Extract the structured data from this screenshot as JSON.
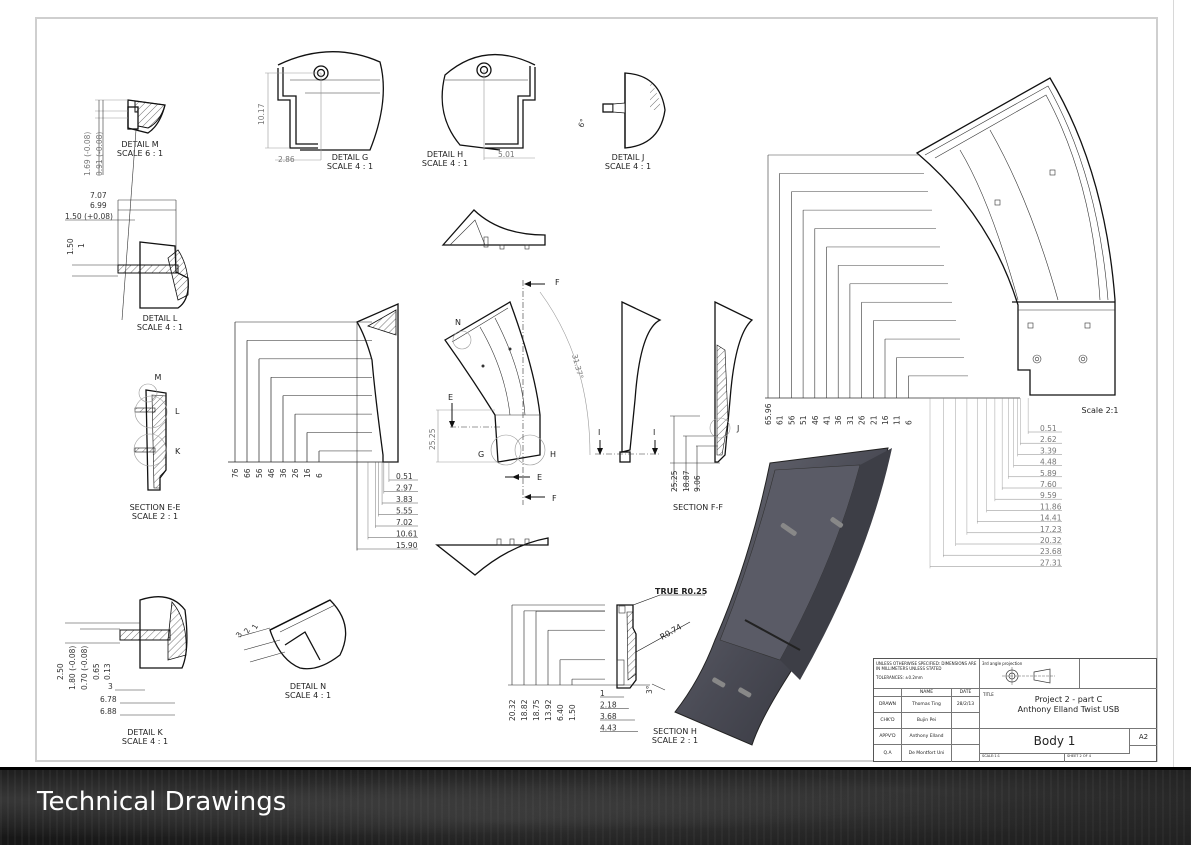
{
  "banner": {
    "title": "Technical Drawings"
  },
  "views": {
    "detail_m": {
      "title": "DETAIL M",
      "scale": "SCALE 6 : 1",
      "dims": [
        "1.69 (-0.08)",
        "0.91 (-0.08)"
      ]
    },
    "detail_l": {
      "title": "DETAIL L",
      "scale": "SCALE 4 : 1",
      "dims_h": [
        "7.07",
        "6.99",
        "1.50 (+0.08)"
      ],
      "dims_v": [
        "1.50",
        "1"
      ]
    },
    "detail_g": {
      "title": "DETAIL G",
      "scale": "SCALE 4 : 1",
      "dims": [
        "10.17",
        "2.86"
      ]
    },
    "detail_h": {
      "title": "DETAIL H",
      "scale": "SCALE 4 : 1",
      "dims": [
        "5.01"
      ]
    },
    "detail_j": {
      "title": "DETAIL J",
      "scale": "SCALE 4 : 1",
      "dims": [
        "6°"
      ]
    },
    "section_ee": {
      "title": "SECTION E-E",
      "scale": "SCALE 2 : 1",
      "callouts": [
        "M",
        "L",
        "K"
      ]
    },
    "side_view": {
      "dims_v": [
        "76",
        "66",
        "56",
        "46",
        "36",
        "26",
        "16",
        "6"
      ],
      "dims_h": [
        "0.51",
        "2.97",
        "3.83",
        "5.55",
        "7.02",
        "10.61",
        "15.90"
      ]
    },
    "front_view": {
      "callouts": [
        "N",
        "E",
        "E",
        "F",
        "F",
        "G",
        "H"
      ],
      "angle": "31.37°",
      "dim": "25.25"
    },
    "section_ff": {
      "title": "SECTION F-F",
      "callouts": [
        "I",
        "I",
        "J"
      ],
      "dims": [
        "25.25",
        "18.87",
        "9.06"
      ]
    },
    "main_view": {
      "scale": "Scale 2:1",
      "dims_v": [
        "65.96",
        "61",
        "56",
        "51",
        "46",
        "41",
        "36",
        "31",
        "26",
        "21",
        "16",
        "11",
        "6"
      ],
      "dims_h": [
        "0.51",
        "2.62",
        "3.39",
        "4.48",
        "5.89",
        "7.60",
        "9.59",
        "11.86",
        "14.41",
        "17.23",
        "20.32",
        "23.68",
        "27.31"
      ]
    },
    "detail_k": {
      "title": "DETAIL K",
      "scale": "SCALE 4 : 1",
      "dims_v": [
        "2.50",
        "1.80 (-0.08)",
        "0.70 (-0.08)",
        "0.65",
        "0.13"
      ],
      "dims_h": [
        "3",
        "6.78",
        "6.88"
      ]
    },
    "detail_n": {
      "title": "DETAIL N",
      "scale": "SCALE 4 : 1",
      "dims": [
        "3",
        "2",
        "1"
      ]
    },
    "section_h": {
      "title": "SECTION H",
      "scale": "SCALE 2 : 1",
      "notes": [
        "TRUE R0.25",
        "R0.74"
      ],
      "dims_v": [
        "20.32",
        "18.82",
        "18.75",
        "13.92",
        "6.40",
        "1.50"
      ],
      "dims_h": [
        "1",
        "2.18",
        "3.68",
        "4.43"
      ],
      "angle": "3°"
    }
  },
  "title_block": {
    "note": "UNLESS OTHERWISE SPECIFIED: DIMENSIONS ARE IN MILLIMETERS UNLESS STATED",
    "tolerances": "TOLERANCES: ±0.2mm",
    "projection": "3rd angle projection",
    "headers": {
      "name": "NAME",
      "date": "DATE",
      "title": "TITLE"
    },
    "rows": [
      {
        "role": "DRAWN",
        "name": "Thomas Ting",
        "date": "28/2/13"
      },
      {
        "role": "CHK'D",
        "name": "Bujin Pei",
        "date": ""
      },
      {
        "role": "APPV'D",
        "name": "Anthony Elland",
        "date": ""
      },
      {
        "role": "Q.A",
        "name": "De Montfort Uni",
        "date": ""
      }
    ],
    "project_line1": "Project 2 - part C",
    "project_line2": "Anthony Elland Twist USB",
    "part_name": "Body 1",
    "size": "A2",
    "scale_label": "SCALE:1:1",
    "sheet": "SHEET 2 OF 4"
  }
}
